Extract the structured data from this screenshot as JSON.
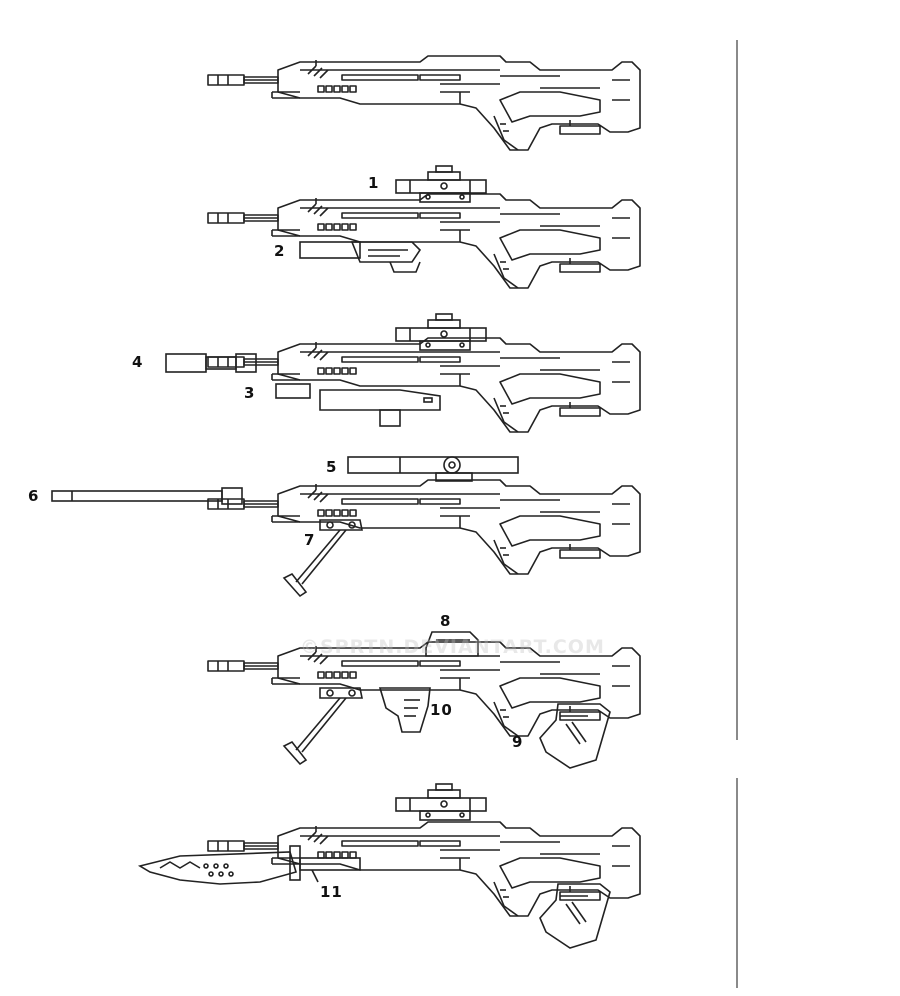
{
  "labels": {
    "l1": "1",
    "l2": "2",
    "l3": "3",
    "l4": "4",
    "l5": "5",
    "l6": "6",
    "l7": "7",
    "l8": "8",
    "l9": "9",
    "l10": "10",
    "l11": "11"
  },
  "watermark": "©SPRTN.DEVIANTART.COM",
  "colors": {
    "line": "#222222",
    "divider": "#8a8a8a",
    "background": "#ffffff"
  }
}
